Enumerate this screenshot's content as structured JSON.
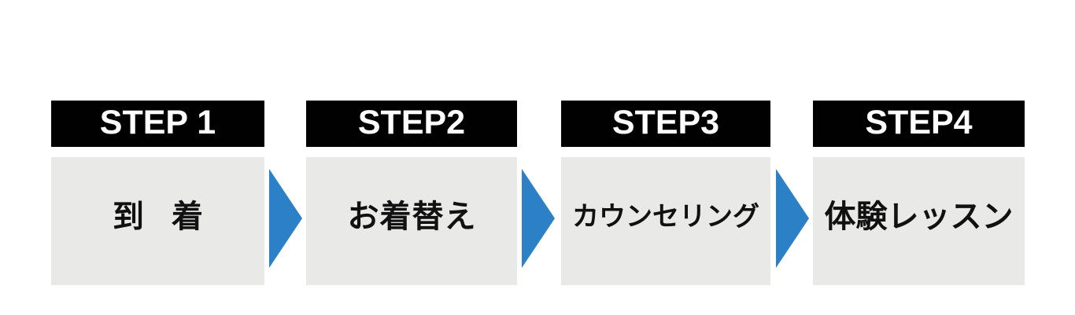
{
  "page": {
    "background_color": "#ffffff",
    "title": "4-step process flow"
  },
  "theme": {
    "header_bg": "#010101",
    "header_text": "#ffffff",
    "body_bg": "#e9e9e8",
    "body_text": "#111111",
    "arrow_color": "#2b80c6"
  },
  "steps": [
    {
      "header": "STEP 1",
      "label": "到 着"
    },
    {
      "header": "STEP2",
      "label": "お着替え"
    },
    {
      "header": "STEP3",
      "label": "カウンセリング"
    },
    {
      "header": "STEP4",
      "label": "体験レッスン"
    }
  ],
  "connectors": [
    {
      "icon": "arrow-right-triangle-icon",
      "color": "#2b80c6"
    },
    {
      "icon": "arrow-right-triangle-icon",
      "color": "#2b80c6"
    },
    {
      "icon": "arrow-right-triangle-icon",
      "color": "#2b80c6"
    }
  ]
}
